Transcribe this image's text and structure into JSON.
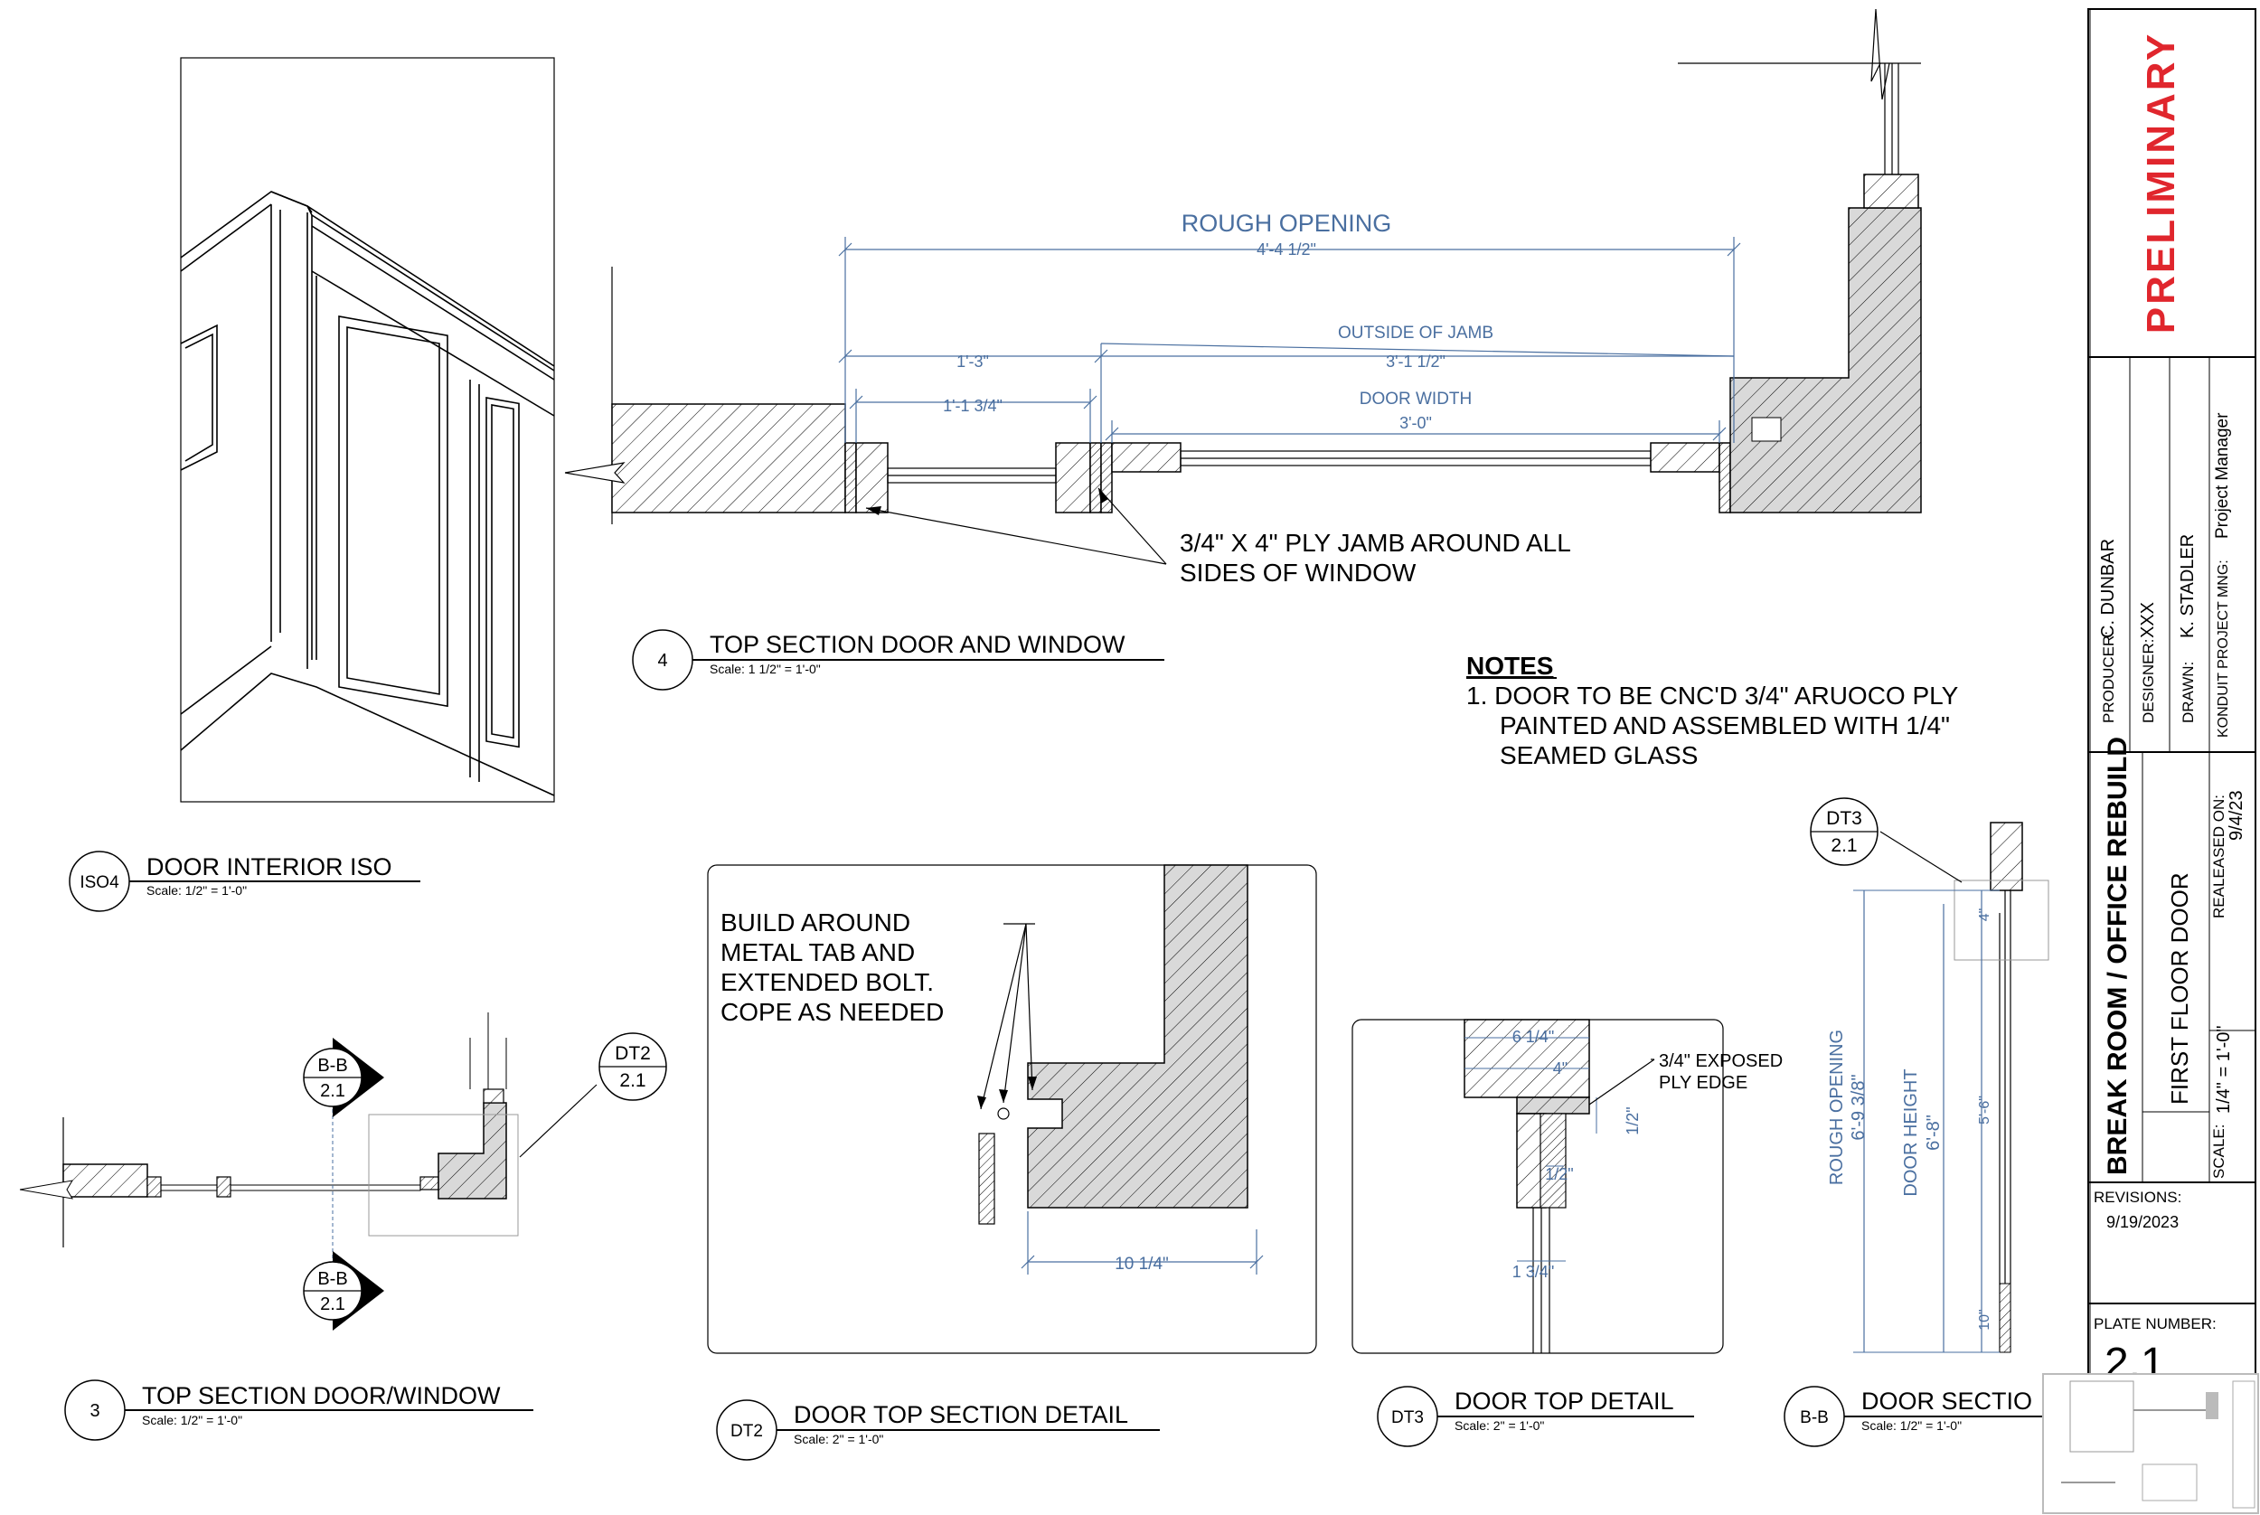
{
  "colors": {
    "line": "#000000",
    "dim": "#4a6fa0",
    "stamp": "#e0262d",
    "fill": "#d9d9d9"
  },
  "views": {
    "v4": {
      "tag": "4",
      "title": "TOP SECTION DOOR AND WINDOW",
      "scale": "Scale: 1 1/2\" = 1'-0\""
    },
    "iso4": {
      "tag": "ISO4",
      "title": "DOOR INTERIOR ISO",
      "scale": "Scale: 1/2\" = 1'-0\""
    },
    "v3": {
      "tag": "3",
      "title": "TOP SECTION DOOR/WINDOW",
      "scale": "Scale: 1/2\" = 1'-0\""
    },
    "dt2": {
      "tag": "DT2",
      "title": "DOOR TOP SECTION DETAIL",
      "scale": "Scale: 2\" = 1'-0\""
    },
    "dt3": {
      "tag": "DT3",
      "title": "DOOR TOP DETAIL",
      "scale": "Scale: 2\" = 1'-0\""
    },
    "bb": {
      "tag": "B-B",
      "title": "DOOR SECTIO",
      "scale": "Scale: 1/2\" = 1'-0\""
    }
  },
  "dims": {
    "rough_opening_label": "ROUGH OPENING",
    "rough_opening": "4'-4 1/2\"",
    "d1": "1'-3\"",
    "d2": "1'-1 3/4\"",
    "outside_jamb_label": "OUTSIDE OF JAMB",
    "outside_jamb": "3'-1 1/2\"",
    "door_width_label": "DOOR WIDTH",
    "door_width": "3'-0\"",
    "tab": "10 1/4\"",
    "w614": "6 1/4\"",
    "w4": "4\"",
    "h12a": "1/2\"",
    "h12b": "1/2\"",
    "w134": "1 3/4\"",
    "ro_label": "ROUGH OPENING",
    "ro": "6'-9 3/8\"",
    "dh_label": "DOOR HEIGHT",
    "dh": "6'-8\"",
    "h56": "5'-6\"",
    "h10": "10\"",
    "h4": "4\""
  },
  "callouts": {
    "jamb_line1": "3/4\" X 4\" PLY JAMB AROUND ALL",
    "jamb_line2": "SIDES OF WINDOW",
    "build_line1": "BUILD AROUND",
    "build_line2": "METAL TAB AND",
    "build_line3": "EXTENDED BOLT.",
    "build_line4": "COPE AS NEEDED",
    "edge_line1": "3/4\" EXPOSED",
    "edge_line2": "PLY EDGE",
    "dt2_top": "DT2",
    "dt2_bot": "2.1",
    "bb_top": "B-B",
    "bb_bot": "2.1",
    "dt3_top": "DT3",
    "dt3_bot": "2.1"
  },
  "notes": {
    "heading": "NOTES",
    "line1": "1.  DOOR TO BE CNC'D 3/4\" ARUOCO PLY",
    "line2": "PAINTED AND ASSEMBLED WITH 1/4\"",
    "line3": "SEAMED GLASS"
  },
  "titleblock": {
    "stamp": "PRELIMINARY",
    "producer_label": "PRODUCER:",
    "producer": "C. DUNBAR",
    "designer_label": "DESIGNER:",
    "designer": "XXX",
    "drawn_label": "DRAWN:",
    "drawn": "K. STADLER",
    "pm_label": "KONDUIT PROJECT MNG:",
    "pm": "Project Manager",
    "project": "BREAK ROOM / OFFICE REBUILD",
    "sheet_title": "FIRST FLOOR DOOR",
    "released_label": "REALEASED ON:",
    "released": "9/4/23",
    "scale_label": "SCALE:",
    "scale": "1/4\" = 1'-0\"",
    "revisions_label": "REVISIONS:",
    "revision": "9/19/2023",
    "plate_label": "PLATE NUMBER:",
    "plate": "2.1"
  }
}
